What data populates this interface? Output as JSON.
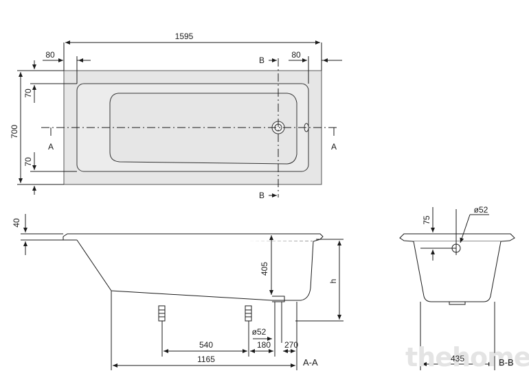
{
  "drawing": {
    "top_view": {
      "overall_length": "1595",
      "overall_width": "700",
      "rim_left": "80",
      "rim_right": "80",
      "rim_top": "70",
      "rim_bottom": "70",
      "section_a_label": "A",
      "section_b_label": "B"
    },
    "side_view": {
      "rim_thickness": "40",
      "depth": "405",
      "height": "h",
      "foot_spacing": "540",
      "outlet_offset": "180",
      "end_offset": "270",
      "foot_distance": "1165",
      "waste_diameter": "ø52",
      "section_label": "A-A"
    },
    "end_view": {
      "overflow_height": "75",
      "overflow_diameter": "ø52",
      "bottom_width": "435",
      "section_label": "B-B"
    }
  },
  "watermark": "thehome",
  "colors": {
    "tub_fill": "#e6e6e6",
    "line": "#1a1a1a",
    "background": "#ffffff"
  }
}
